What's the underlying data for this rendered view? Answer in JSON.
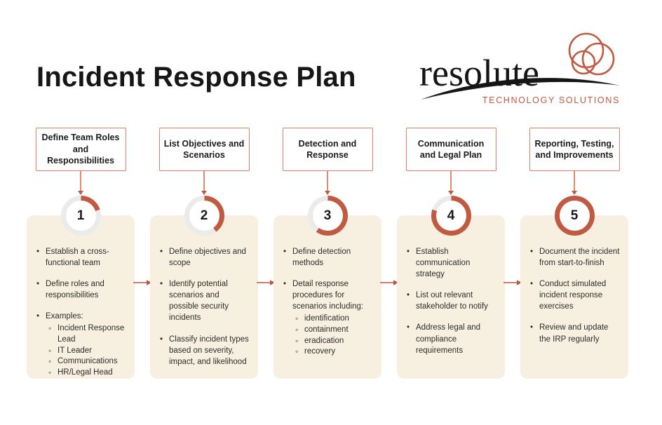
{
  "page": {
    "title": "Incident Response Plan"
  },
  "logo": {
    "brand": "resolute",
    "tagline": "TECHNOLOGY SOLUTIONS"
  },
  "colors": {
    "accent": "#C05B42",
    "box_border": "#DE8266",
    "ring_track": "#EBEBEB",
    "card_bg": "#F7EFE0",
    "text": "#2D2D2D"
  },
  "steps": [
    {
      "number": "1",
      "progress": 20,
      "title": "Define Team Roles and Responsibilities",
      "bullets": [
        {
          "text": "Establish a cross-functional team",
          "sub": []
        },
        {
          "text": "Define roles and responsibilities",
          "sub": []
        },
        {
          "text": "Examples:",
          "sub": [
            "Incident Response Lead",
            "IT Leader",
            "Communications",
            "HR/Legal Head"
          ]
        }
      ]
    },
    {
      "number": "2",
      "progress": 40,
      "title": "List Objectives and Scenarios",
      "bullets": [
        {
          "text": "Define objectives and scope",
          "sub": []
        },
        {
          "text": "Identify potential scenarios and possible security incidents",
          "sub": []
        },
        {
          "text": "Classify incident types based on severity, impact, and likelihood",
          "sub": []
        }
      ]
    },
    {
      "number": "3",
      "progress": 60,
      "title": "Detection and Response",
      "bullets": [
        {
          "text": "Define detection methods",
          "sub": []
        },
        {
          "text": "Detail response procedures for scenarios including:",
          "sub": [
            "identification",
            "containment",
            "eradication",
            "recovery"
          ]
        }
      ]
    },
    {
      "number": "4",
      "progress": 80,
      "title": "Communication and Legal Plan",
      "bullets": [
        {
          "text": "Establish communication strategy",
          "sub": []
        },
        {
          "text": "List out relevant stakeholder to notify",
          "sub": []
        },
        {
          "text": "Address legal and compliance requirements",
          "sub": []
        }
      ]
    },
    {
      "number": "5",
      "progress": 100,
      "title": "Reporting, Testing, and Improvements",
      "bullets": [
        {
          "text": "Document the incident from start-to-finish",
          "sub": []
        },
        {
          "text": "Conduct simulated incident response exercises",
          "sub": []
        },
        {
          "text": "Review and update the IRP regularly",
          "sub": []
        }
      ]
    }
  ]
}
